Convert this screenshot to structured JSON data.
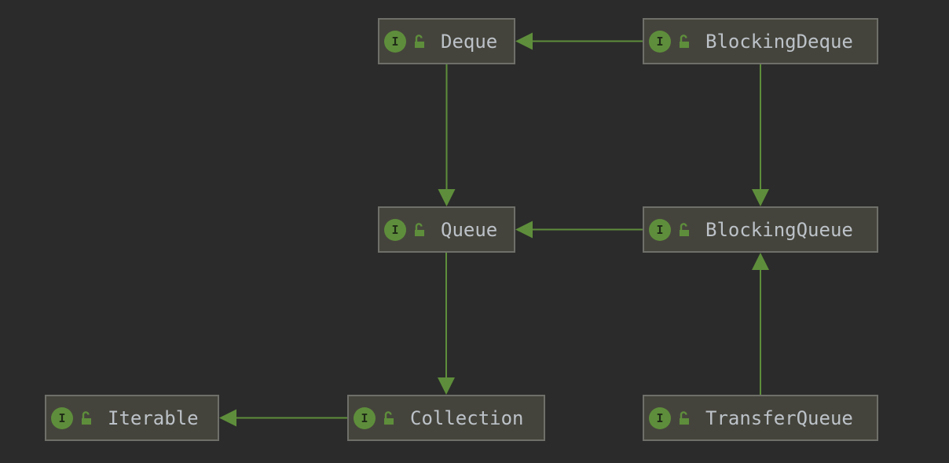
{
  "diagram": {
    "colors": {
      "background": "#2b2b2b",
      "node_fill": "#45443c",
      "node_border": "#6f6f6a",
      "edge": "#5e8e3b",
      "badge": "#5e8e3b",
      "label": "#bcc2c8"
    },
    "badge_letter": "I",
    "nodes": [
      {
        "id": "deque",
        "label": "Deque",
        "kind": "interface"
      },
      {
        "id": "blockingdeque",
        "label": "BlockingDeque",
        "kind": "interface"
      },
      {
        "id": "queue",
        "label": "Queue",
        "kind": "interface"
      },
      {
        "id": "blockingqueue",
        "label": "BlockingQueue",
        "kind": "interface"
      },
      {
        "id": "iterable",
        "label": "Iterable",
        "kind": "interface"
      },
      {
        "id": "collection",
        "label": "Collection",
        "kind": "interface"
      },
      {
        "id": "transferqueue",
        "label": "TransferQueue",
        "kind": "interface"
      }
    ],
    "edges": [
      {
        "from": "blockingdeque",
        "to": "deque",
        "type": "extends"
      },
      {
        "from": "deque",
        "to": "queue",
        "type": "extends"
      },
      {
        "from": "blockingdeque",
        "to": "blockingqueue",
        "type": "extends"
      },
      {
        "from": "blockingqueue",
        "to": "queue",
        "type": "extends"
      },
      {
        "from": "queue",
        "to": "collection",
        "type": "extends"
      },
      {
        "from": "collection",
        "to": "iterable",
        "type": "extends"
      },
      {
        "from": "transferqueue",
        "to": "blockingqueue",
        "type": "extends"
      }
    ]
  }
}
